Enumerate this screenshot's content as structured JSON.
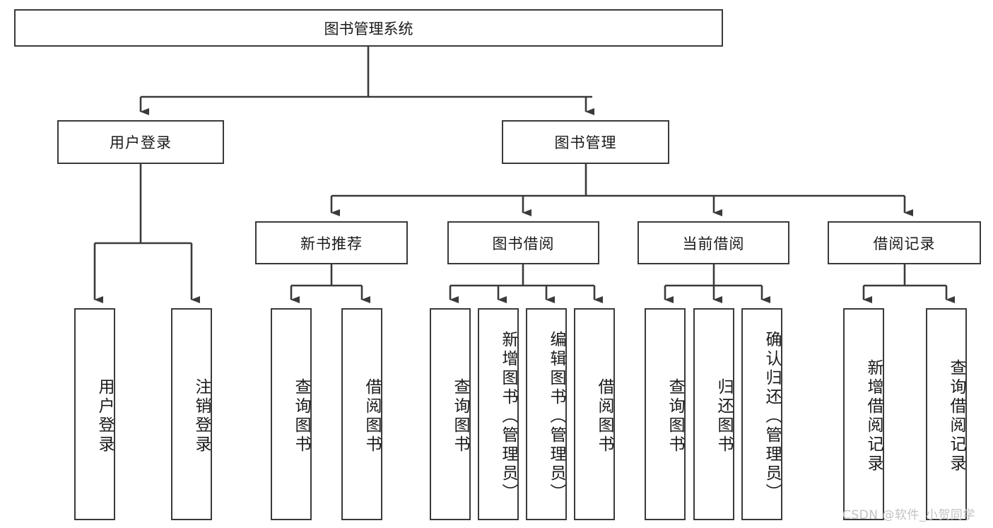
{
  "diagram": {
    "type": "tree",
    "title": "图书管理系统",
    "root": {
      "id": "root",
      "label": "图书管理系统"
    },
    "level2": [
      {
        "id": "user-login",
        "label": "用户登录"
      },
      {
        "id": "book-manage",
        "label": "图书管理"
      }
    ],
    "level3": [
      {
        "id": "new-book-rec",
        "label": "新书推荐",
        "parent": "book-manage"
      },
      {
        "id": "book-borrow",
        "label": "图书借阅",
        "parent": "book-manage"
      },
      {
        "id": "current-borrow",
        "label": "当前借阅",
        "parent": "book-manage"
      },
      {
        "id": "borrow-record",
        "label": "借阅记录",
        "parent": "book-manage"
      }
    ],
    "leaves": [
      {
        "id": "leaf-user-login",
        "label": "用户登录",
        "parent": "user-login"
      },
      {
        "id": "leaf-user-logout",
        "label": "注销登录",
        "parent": "user-login"
      },
      {
        "id": "leaf-query-book-1",
        "label": "查询图书",
        "parent": "new-book-rec"
      },
      {
        "id": "leaf-borrow-book-1",
        "label": "借阅图书",
        "parent": "new-book-rec"
      },
      {
        "id": "leaf-query-book-2",
        "label": "查询图书",
        "parent": "book-borrow"
      },
      {
        "id": "leaf-add-book",
        "label": "新增图书（管理员）",
        "parent": "book-borrow"
      },
      {
        "id": "leaf-edit-book",
        "label": "编辑图书（管理员）",
        "parent": "book-borrow"
      },
      {
        "id": "leaf-borrow-book-2",
        "label": "借阅图书",
        "parent": "book-borrow"
      },
      {
        "id": "leaf-query-book-3",
        "label": "查询图书",
        "parent": "current-borrow"
      },
      {
        "id": "leaf-return-book",
        "label": "归还图书",
        "parent": "current-borrow"
      },
      {
        "id": "leaf-confirm-return",
        "label": "确认归还（管理员）",
        "parent": "current-borrow"
      },
      {
        "id": "leaf-add-record",
        "label": "新增借阅记录",
        "parent": "borrow-record"
      },
      {
        "id": "leaf-query-record",
        "label": "查询借阅记录",
        "parent": "borrow-record"
      }
    ]
  },
  "watermark": {
    "text": "CSDN @软件_小贺同学"
  },
  "colors": {
    "border": "#3a3a3a",
    "background": "#ffffff",
    "text": "#1a1a1a",
    "watermark": "#c2c2c2"
  }
}
